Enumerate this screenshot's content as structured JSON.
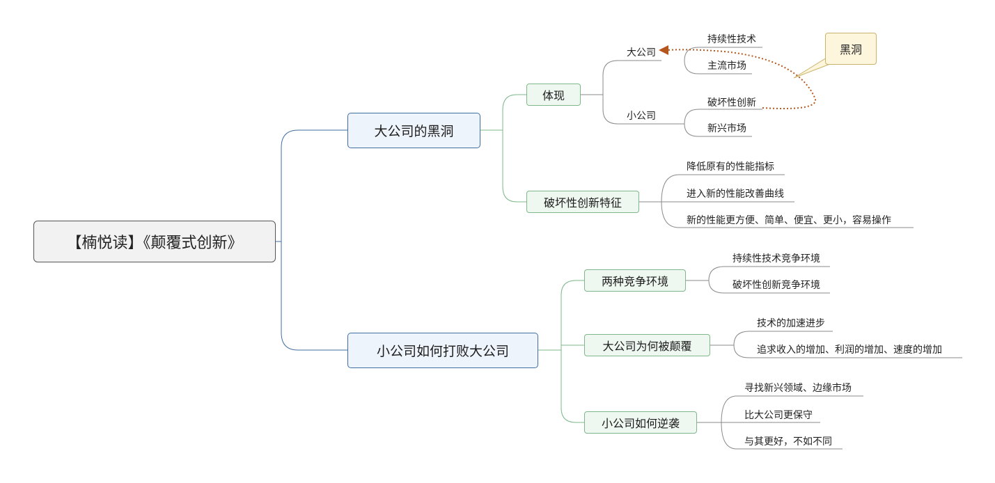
{
  "root": {
    "title": "【楠悦读】《颠覆式创新》"
  },
  "branches": [
    {
      "label": "大公司的黑洞",
      "children": [
        {
          "label": "体现",
          "groups": [
            {
              "label": "大公司",
              "items": [
                "持续性技术",
                "主流市场"
              ]
            },
            {
              "label": "小公司",
              "items": [
                "破坏性创新",
                "新兴市场"
              ]
            }
          ]
        },
        {
          "label": "破坏性创新特征",
          "items": [
            "降低原有的性能指标",
            "进入新的性能改善曲线",
            "新的性能更方便、简单、便宜、更小，容易操作"
          ]
        }
      ]
    },
    {
      "label": "小公司如何打败大公司",
      "children": [
        {
          "label": "两种竞争环境",
          "items": [
            "持续性技术竞争环境",
            "破坏性创新竞争环境"
          ]
        },
        {
          "label": "大公司为何被颠覆",
          "items": [
            "技术的加速进步",
            "追求收入的增加、利润的增加、速度的增加"
          ]
        },
        {
          "label": "小公司如何逆袭",
          "items": [
            "寻找新兴领域、边缘市场",
            "比大公司更保守",
            "与其更好，不如不同"
          ]
        }
      ]
    }
  ],
  "callout": {
    "label": "黑洞"
  },
  "colors": {
    "main_line": "#3f6ea3",
    "sub_line": "#7cb88a",
    "leaf_line": "#8a8a8a",
    "relation_line": "#b5561c",
    "callout_fill": "#fdf6dc"
  }
}
